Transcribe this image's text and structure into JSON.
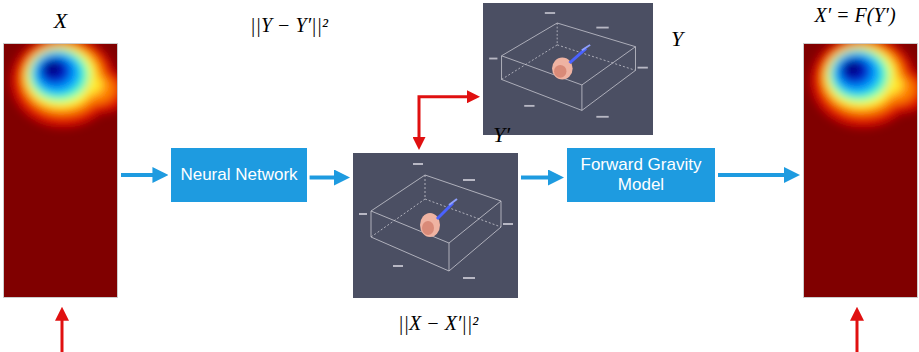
{
  "diagram": {
    "nodes": [
      {
        "text": [
          "X"
        ]
      },
      {
        "text": [
          "Neural Network"
        ]
      },
      {
        "text": [
          "Y′"
        ]
      },
      {
        "text": [
          "Forward Gravity Model"
        ]
      },
      {
        "text": [
          "X′ = F(Y′)"
        ]
      },
      {
        "text": [
          "Y"
        ]
      }
    ],
    "edges": [
      {
        "from": 0,
        "to": 1,
        "arrow": "to"
      },
      {
        "from": 1,
        "to": 2,
        "arrow": "to"
      },
      {
        "from": 2,
        "to": 3,
        "arrow": "to"
      },
      {
        "from": 3,
        "to": 4,
        "arrow": "to"
      },
      {
        "from": 5,
        "to": 2,
        "label": "||Y − Y′||²",
        "arrow": "both"
      }
    ],
    "labels": [
      "||X − X′||²"
    ]
  }
}
